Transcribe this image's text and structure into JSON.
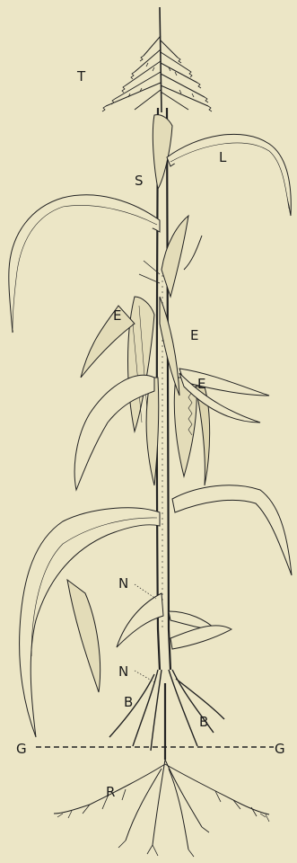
{
  "figure": {
    "labels": {
      "tassel": "T",
      "leaf": "L",
      "stalk": "S",
      "ear_left": "E",
      "ear_right_upper": "E",
      "ear_right_lower": "E",
      "node_upper": "N",
      "node_lower": "N",
      "brace_root_left": "B",
      "brace_root_right": "B",
      "ground_left": "G",
      "ground_right": "G",
      "roots": "R"
    }
  }
}
